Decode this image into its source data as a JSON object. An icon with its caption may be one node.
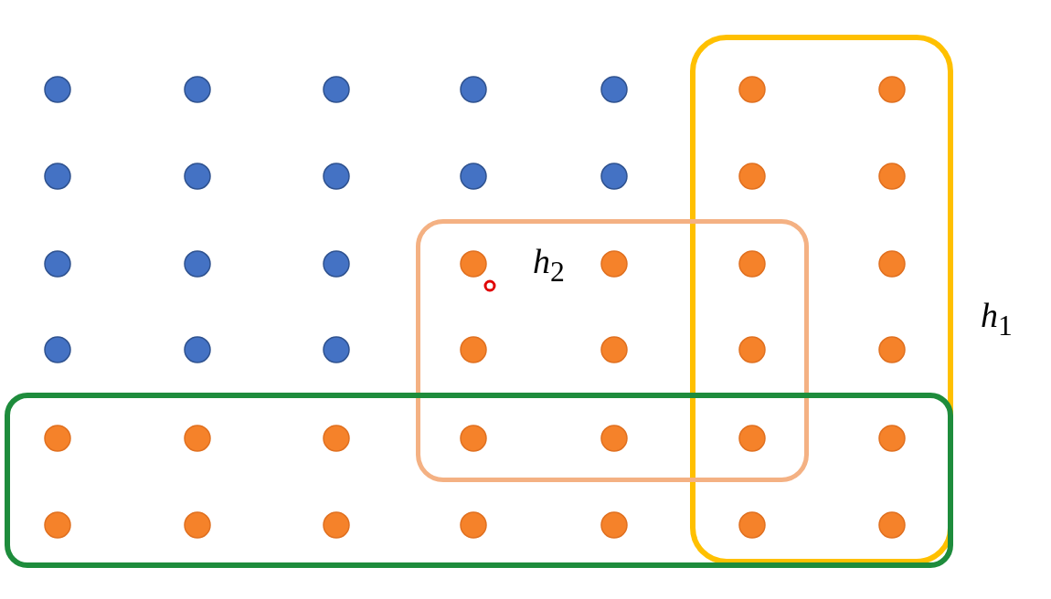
{
  "diagram": {
    "nodes": [
      {
        "text": [
          "*h*$_{1}$"
        ]
      },
      {
        "text": [
          "*h*$_{2}$"
        ]
      },
      {
        "text": [],
        "shape": "box"
      }
    ]
  }
}
